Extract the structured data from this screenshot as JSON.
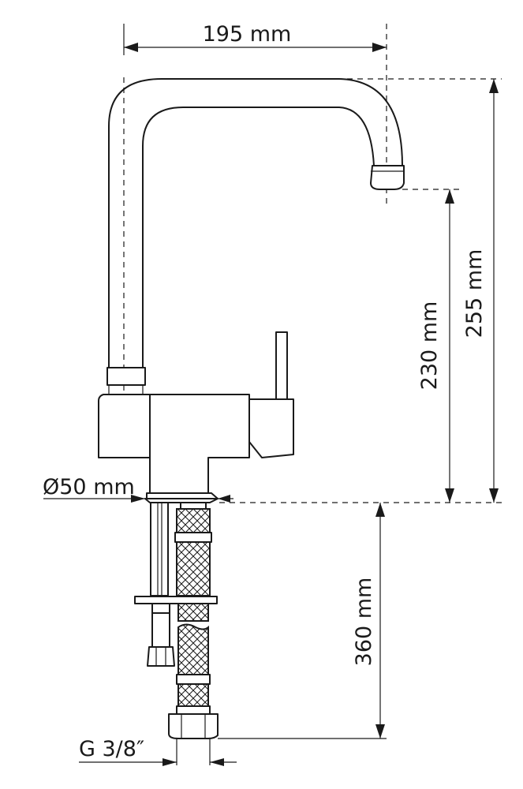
{
  "dimensions": {
    "spout_reach": "195 mm",
    "total_height": "255 mm",
    "spout_height": "230 mm",
    "base_diameter": "Ø50 mm",
    "hose_length": "360 mm",
    "connection_thread": "G 3/8″"
  },
  "colors": {
    "line": "#1a1a1a",
    "background": "#ffffff"
  }
}
